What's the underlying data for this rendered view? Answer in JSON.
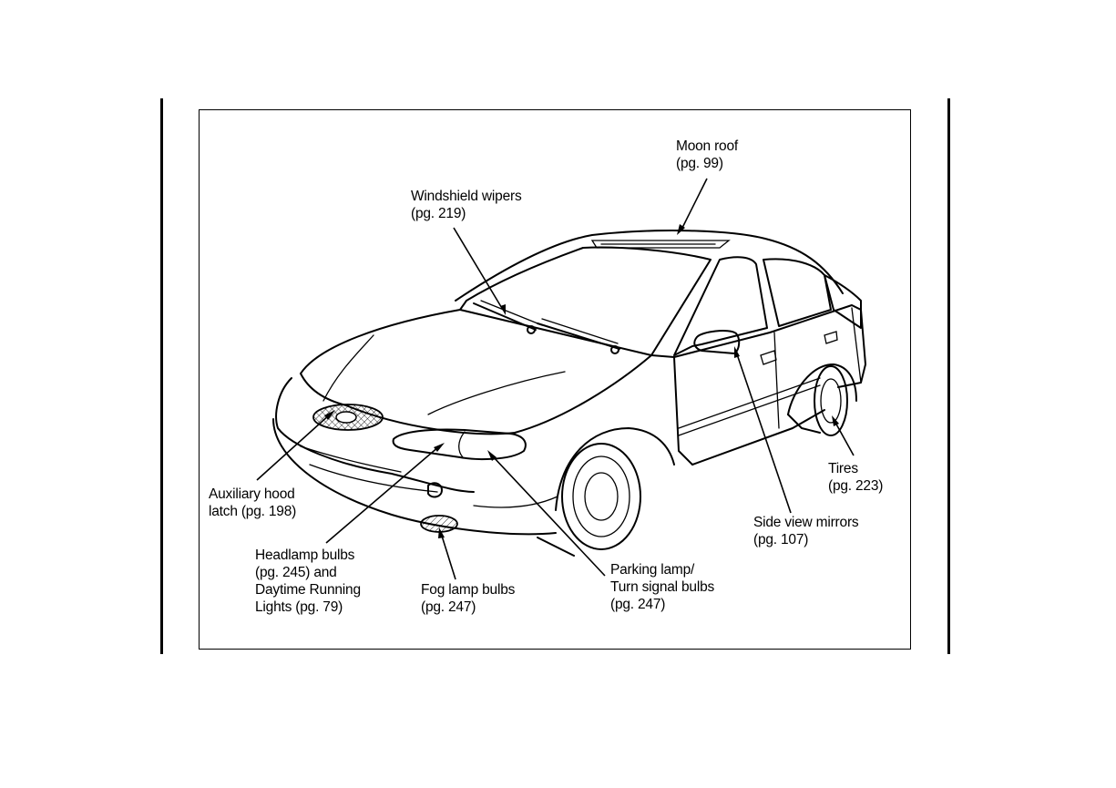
{
  "callouts": {
    "moon_roof": {
      "name": "Moon roof",
      "page": "(pg. 99)"
    },
    "windshield_wipers": {
      "name": "Windshield wipers",
      "page": "(pg. 219)"
    },
    "auxiliary_hood_latch": {
      "line1": "Auxiliary hood",
      "line2": "latch (pg. 198)"
    },
    "headlamp_bulbs": {
      "line1": "Headlamp bulbs",
      "line2": "(pg. 245) and",
      "line3": "Daytime Running",
      "line4": "Lights (pg. 79)"
    },
    "fog_lamp_bulbs": {
      "name": "Fog lamp bulbs",
      "page": "(pg. 247)"
    },
    "parking_lamp": {
      "line1": "Parking lamp/",
      "line2": "Turn signal bulbs",
      "page": "(pg. 247)"
    },
    "side_view_mirrors": {
      "name": "Side view mirrors",
      "page": "(pg. 107)"
    },
    "tires": {
      "name": "Tires",
      "page": "(pg. 223)"
    }
  }
}
